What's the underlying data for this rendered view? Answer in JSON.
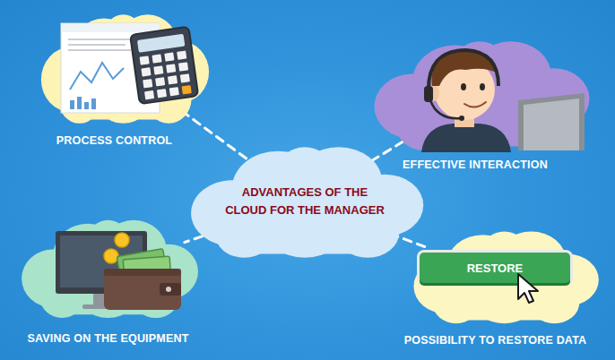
{
  "diagram": {
    "nodes": [
      {
        "text": [
          "PROCESS CONTROL"
        ]
      },
      {
        "text": [
          "EFFECTIVE INTERACTION"
        ]
      },
      {
        "text": [
          "ADVANTAGES OF THE CLOUD FOR THE MANAGER"
        ]
      },
      {
        "text": [
          "SAVING ON THE EQUIPMENT"
        ]
      },
      {
        "text": [
          "POSSIBILITY TO RESTORE DATA"
        ]
      },
      {
        "text": [
          "RESTORE"
        ],
        "in": 4
      }
    ],
    "edges": [
      {
        "from": 2,
        "to": 0,
        "arrow": "none"
      },
      {
        "from": 2,
        "to": 1,
        "arrow": "none"
      },
      {
        "from": 2,
        "to": 3,
        "arrow": "none"
      },
      {
        "from": 2,
        "to": 4,
        "arrow": "none"
      }
    ]
  }
}
